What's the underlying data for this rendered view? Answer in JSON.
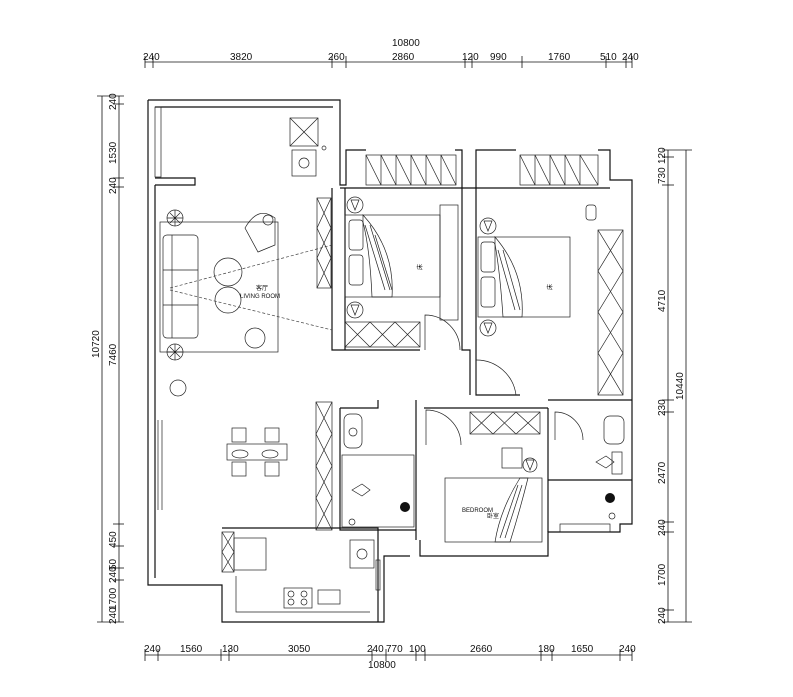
{
  "dimensions": {
    "top_total": "10800",
    "top_segments": [
      "240",
      "3820",
      "260",
      "2860",
      "120",
      "990",
      "1760",
      "510",
      "240"
    ],
    "bottom_total": "10800",
    "bottom_segments": [
      "240",
      "1560",
      "130",
      "3050",
      "240",
      "770",
      "100",
      "2660",
      "180",
      "1650",
      "240"
    ],
    "left_total": "10720",
    "left_sub_total": "7460",
    "left_segments": [
      "240",
      "1530",
      "240",
      "240",
      "50",
      "450",
      "1700",
      "240"
    ],
    "right_total": "10440",
    "right_segments": [
      "120",
      "730",
      "4710",
      "230",
      "2470",
      "240",
      "1700",
      "240"
    ]
  },
  "rooms": {
    "living_room": "LIVING ROOM",
    "living_room_cn": "客厅",
    "bedroom": "BEDROOM",
    "bedroom_cn": "卧室",
    "master_bed_cn": "床",
    "second_bed_cn": "床"
  },
  "icons": [
    "plant-icon",
    "armchair-icon",
    "sofa-icon",
    "bed-icon",
    "toilet-icon",
    "bathtub-icon",
    "wardrobe-icon",
    "stove-icon",
    "sink-icon",
    "dining-set-icon",
    "door-swing-icon"
  ]
}
